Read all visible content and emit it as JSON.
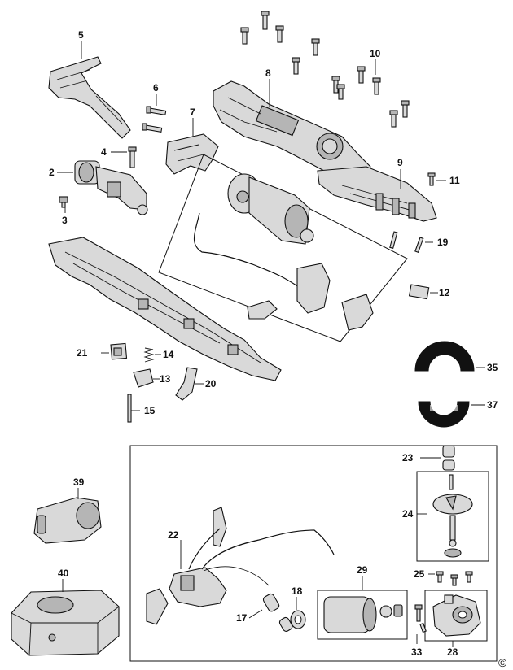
{
  "callouts": {
    "c2": "2",
    "c3": "3",
    "c4": "4",
    "c5": "5",
    "c6": "6",
    "c7": "7",
    "c8": "8",
    "c9": "9",
    "c10": "10",
    "c11": "11",
    "c12": "12",
    "c13": "13",
    "c14": "14",
    "c15": "15",
    "c17": "17",
    "c18": "18",
    "c19": "19",
    "c20": "20",
    "c21": "21",
    "c22": "22",
    "c23": "23",
    "c24": "24",
    "c25": "25",
    "c28": "28",
    "c29": "29",
    "c33": "33",
    "c35": "35",
    "c37": "37",
    "c39": "39",
    "c40": "40"
  },
  "copyright_symbol": "©",
  "label_colors": {
    "text": "#111111",
    "part_fill": "#d9d9d9",
    "part_dark": "#b5b5b5"
  }
}
